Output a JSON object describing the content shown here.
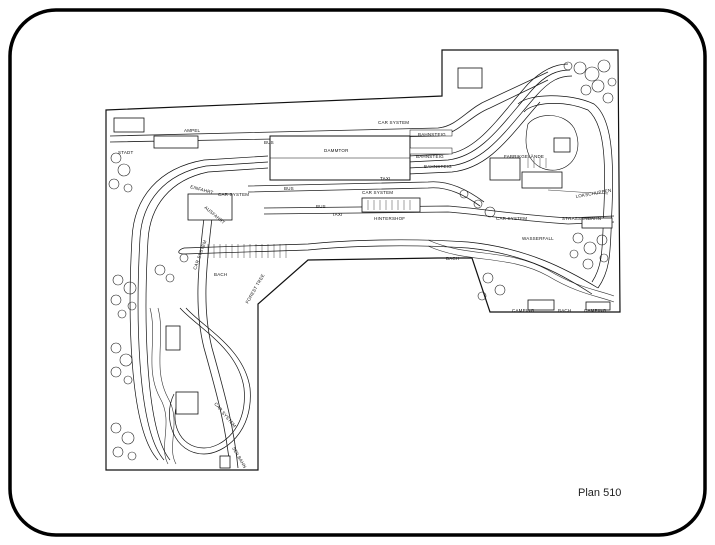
{
  "caption": "Plan 510",
  "labels": {
    "dammtor": "DAMMTOR",
    "car_system_top": "CAR SYSTEM",
    "car_system_left": "CAR SYSTEM",
    "car_system_mid": "CAR SYSTEM",
    "car_system_right": "CAR SYSTEM",
    "car_system_left_vert": "CAR SYSTEM",
    "car_system_loop": "CAR SYSTEM",
    "bus_top": "BUS",
    "bus_mid": "BUS",
    "bus_low": "BUS",
    "taxi_top": "TAXI",
    "taxi_low": "TAXI",
    "ampel": "AMPEL",
    "stadt": "STADT",
    "bahnsteig_1": "BAHNSTEIG",
    "bahnsteig_2": "BAHNSTEIG",
    "bahnsteig_3": "BAHNSTEIG",
    "einfahrt": "EINFAHRT",
    "ausfahrt": "AUSFAHRT",
    "hintershof": "HINTERSHOF",
    "wasserfall": "WASSERFALL",
    "bach_left": "BACH",
    "bach_mid": "BACH",
    "bach_right": "BACH",
    "camping_1": "CAMPING",
    "camping_2": "CAMPING",
    "forest_tree": "FOREST TREE",
    "fabrikgelaende": "FABRIKGELÄNDE",
    "lokschuppen": "LOKSCHUPPEN",
    "strassenbahn": "STRASSENBAHN",
    "seilbahn": "SEILBAHN"
  },
  "colors": {
    "frame_stroke": "#000000",
    "line": "#111111",
    "background": "#ffffff"
  }
}
